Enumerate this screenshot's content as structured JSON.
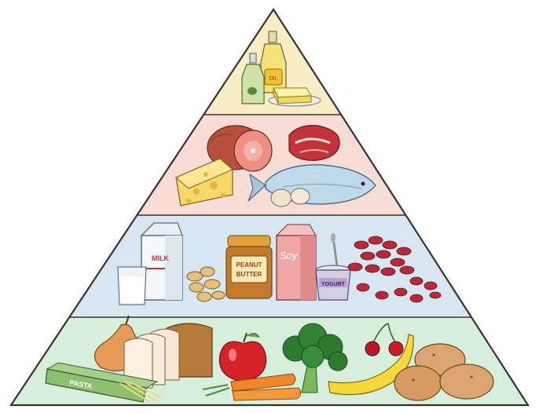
{
  "diagram": {
    "tiers": [
      {
        "name": "fats-oils-sweets",
        "fill": "#f8edc4",
        "foods": [
          "oil-bottle",
          "vinegar-bottle",
          "butter"
        ]
      },
      {
        "name": "meat-fish-cheese",
        "fill": "#f7dcd5",
        "foods": [
          "ham",
          "steak",
          "cheese",
          "fish",
          "eggs"
        ]
      },
      {
        "name": "dairy-and-legumes",
        "fill": "#d8e6f2",
        "foods": [
          "milk-carton",
          "milk-glass",
          "peanuts",
          "peanut-butter-jar",
          "soy-carton",
          "yogurt-cup",
          "kidney-beans"
        ]
      },
      {
        "name": "grains-fruits-vegetables",
        "fill": "#d8eedd",
        "foods": [
          "pasta-box",
          "pear",
          "bread",
          "apple",
          "broccoli",
          "carrots",
          "banana",
          "cherries",
          "potatoes"
        ]
      }
    ],
    "outline_color": "#333333"
  },
  "labels": {
    "oil": "OIL",
    "milk": "MILK",
    "peanut": "PEANUT",
    "butter": "BUTTER",
    "soy": "Soy",
    "yogurt": "YOGURT",
    "pasta": "PASTA"
  }
}
